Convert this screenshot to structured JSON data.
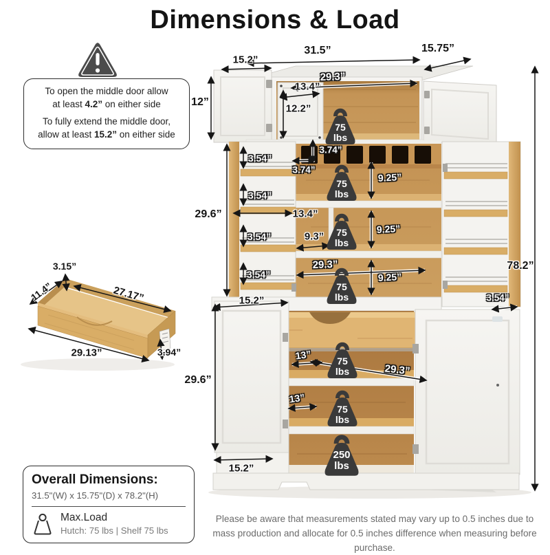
{
  "title": "Dimensions & Load",
  "warning": {
    "line1a": "To open the middle door allow",
    "line1b_pre": "at least ",
    "line1b_bold": "4.2”",
    "line1b_post": " on either side",
    "line2a": "To fully extend the middle door,",
    "line2b_pre": "allow at least ",
    "line2b_bold": "15.2”",
    "line2b_post": " on either side"
  },
  "dims": {
    "overall_width": "31.5”",
    "overall_depth": "15.75”",
    "hutch_door_width": "15.2”",
    "hutch_door_height": "12”",
    "hutch_inner_width": "29.3”",
    "hutch_mid_door_width": "13.4”",
    "hutch_mid_door_height": "12.2”",
    "mid_section_height": "29.6”",
    "rack_gap_1": "3.54”",
    "rack_gap_2": "3.54”",
    "rack_gap_3": "3.54”",
    "rack_gap_4": "3.54”",
    "slot_height": "3.74”",
    "slot_width": "3.74”",
    "shelf_gap_1": "9.25”",
    "shelf_gap_2": "9.25”",
    "shelf_gap_3": "9.25”",
    "mid_door_width": "13.4”",
    "cubby_width": "9.3”",
    "mid_inner_width": "29.3”",
    "rack_gap_right": "3.54”",
    "total_height": "78.2”",
    "lower_door_width": "15.2”",
    "lower_gap_1": "13”",
    "lower_inner_width": "29.3”",
    "lower_gap_2": "13”",
    "lower_section_height": "29.6”",
    "lower_door_width_b": "15.2”"
  },
  "drawer": {
    "lip_height": "3.15”",
    "depth": "11.4”",
    "inner_length": "27.17”",
    "outer_length": "29.13”",
    "height": "3.94”"
  },
  "weights": [
    {
      "value": "75",
      "unit": "lbs"
    },
    {
      "value": "75",
      "unit": "lbs"
    },
    {
      "value": "75",
      "unit": "lbs"
    },
    {
      "value": "75",
      "unit": "lbs"
    },
    {
      "value": "75",
      "unit": "lbs"
    },
    {
      "value": "75",
      "unit": "lbs"
    },
    {
      "value": "250",
      "unit": "lbs"
    }
  ],
  "overall": {
    "heading": "Overall Dimensions:",
    "size": "31.5\"(W) x 15.75\"(D) x 78.2\"(H)",
    "maxload_label": "Max.Load",
    "maxload_value": "Hutch: 75 lbs | Shelf 75 lbs"
  },
  "disclaimer": "Please be aware that measurements stated may vary up to 0.5 inches due to mass production and allocate for 0.5 inches difference when measuring before purchase."
}
